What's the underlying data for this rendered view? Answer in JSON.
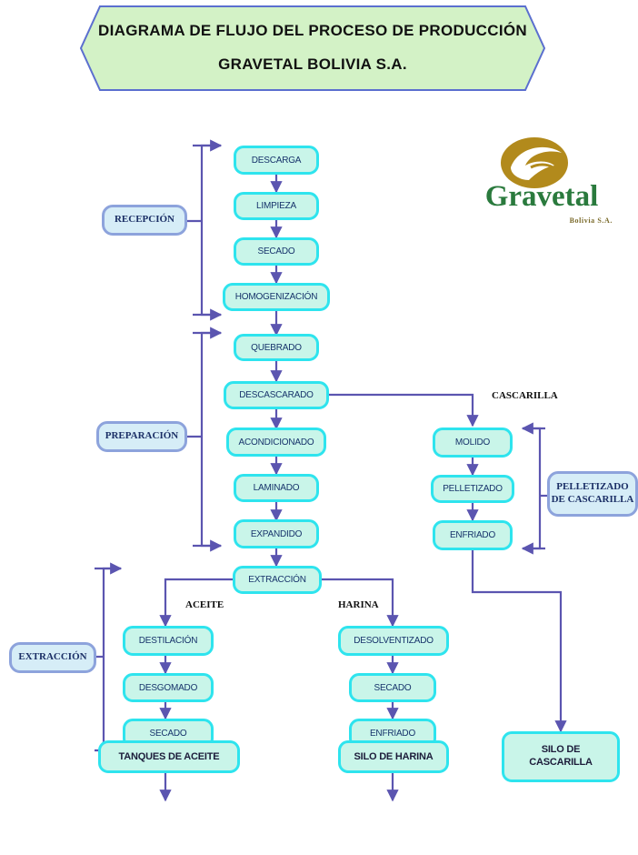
{
  "banner": {
    "line1": "DIAGRAMA DE FLUJO DEL PROCESO DE PRODUCCIÓN",
    "line2": "GRAVETAL BOLIVIA S.A."
  },
  "logo": {
    "name": "Gravetal",
    "sub": "Bolivia S.A.",
    "colors": {
      "gold": "#b28a1c",
      "green": "#2a7a3d"
    }
  },
  "phases": {
    "recepcion": "RECEPCIÓN",
    "preparacion": "PREPARACIÓN",
    "extraccion": "EXTRACCIÓN",
    "pelletizado_line1": "PELLETIZADO",
    "pelletizado_line2": "DE CASCARILLA"
  },
  "steps": {
    "descarga": "DESCARGA",
    "limpieza": "LIMPIEZA",
    "secado1": "SECADO",
    "homogenizacion": "HOMOGENIZACIÓN",
    "quebrado": "QUEBRADO",
    "descascarado": "DESCASCARADO",
    "acondicionado": "ACONDICIONADO",
    "laminado": "LAMINADO",
    "expandido": "EXPANDIDO",
    "extraccion": "EXTRACCIÓN",
    "molido": "MOLIDO",
    "pelletizado": "PELLETIZADO",
    "enfriado_casc": "ENFRIADO",
    "destilacion": "DESTILACIÓN",
    "desgomado": "DESGOMADO",
    "secado_aceite": "SECADO",
    "desolventizado": "DESOLVENTIZADO",
    "secado_harina": "SECADO",
    "enfriado_harina": "ENFRIADO"
  },
  "branch_labels": {
    "cascarilla": "CASCARILLA",
    "aceite": "ACEITE",
    "harina": "HARINA"
  },
  "outputs": {
    "tanques": "TANQUES DE ACEITE",
    "silo_harina": "SILO DE HARINA",
    "silo_casc_line1": "SILO DE",
    "silo_casc_line2": "CASCARILLA"
  },
  "colors": {
    "box_fill": "#c9f5e9",
    "box_border": "#2ee4ee",
    "connector": "#5b55b0",
    "banner_fill": "#d3f2c6"
  }
}
